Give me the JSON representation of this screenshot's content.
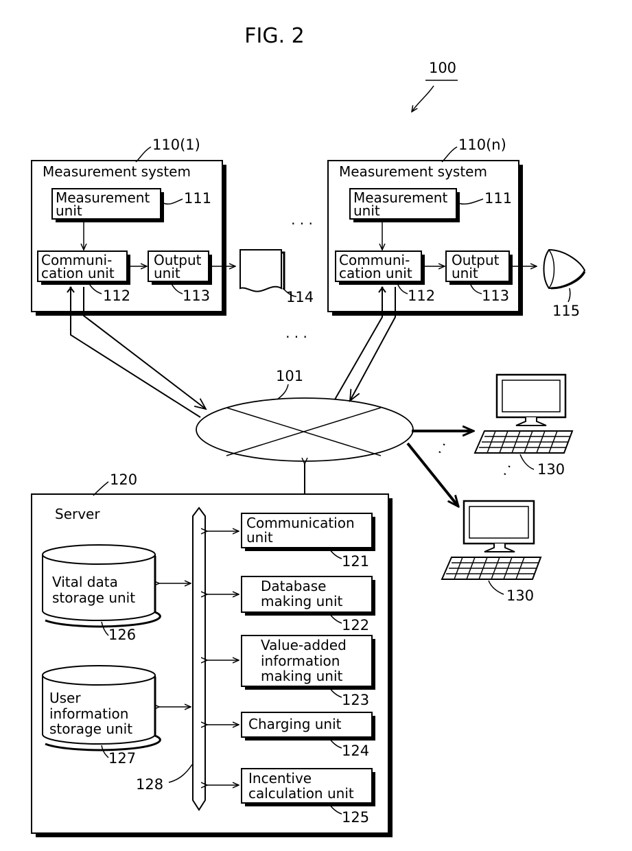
{
  "figure": {
    "title": "FIG. 2",
    "ref_system": "100",
    "ref_network": "101"
  },
  "measurement_systems": [
    {
      "ref": "110(1)",
      "title": "Measurement system",
      "measurement_unit": {
        "line1": "Measurement",
        "line2": "unit",
        "ref": "111"
      },
      "communication_unit": {
        "line1": "Communi-",
        "line2": "cation unit",
        "ref": "112"
      },
      "output_unit": {
        "line1": "Output",
        "line2": "unit",
        "ref": "113"
      },
      "output_device_ref": "114"
    },
    {
      "ref": "110(n)",
      "title": "Measurement system",
      "measurement_unit": {
        "line1": "Measurement",
        "line2": "unit",
        "ref": "111"
      },
      "communication_unit": {
        "line1": "Communi-",
        "line2": "cation unit",
        "ref": "112"
      },
      "output_unit": {
        "line1": "Output",
        "line2": "unit",
        "ref": "113"
      },
      "output_device_ref": "115"
    }
  ],
  "ellipsis": "· · ·",
  "server": {
    "ref": "120",
    "title": "Server",
    "bus_ref": "128",
    "units": [
      {
        "lines": [
          "Communication",
          "unit"
        ],
        "ref": "121"
      },
      {
        "lines": [
          "Database",
          "making unit"
        ],
        "ref": "122"
      },
      {
        "lines": [
          "Value-added",
          "information",
          "making unit"
        ],
        "ref": "123"
      },
      {
        "lines": [
          "Charging unit"
        ],
        "ref": "124"
      },
      {
        "lines": [
          "Incentive",
          "calculation unit"
        ],
        "ref": "125"
      }
    ],
    "storages": [
      {
        "lines": [
          "Vital data",
          "storage unit"
        ],
        "ref": "126"
      },
      {
        "lines": [
          "User",
          "information",
          "storage unit"
        ],
        "ref": "127"
      }
    ]
  },
  "terminals": [
    {
      "ref": "130"
    },
    {
      "ref": "130"
    }
  ]
}
